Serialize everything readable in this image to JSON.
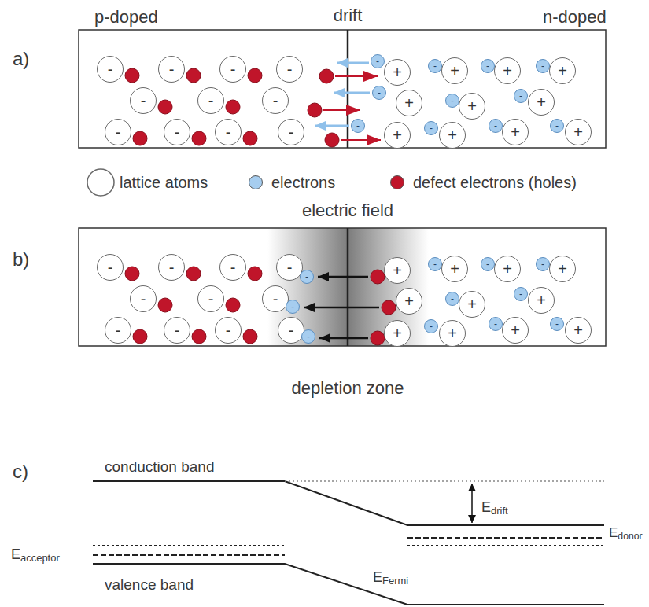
{
  "diagram": {
    "nodes": [
      {
        "text": [
          "-"
        ]
      },
      {
        "text": [
          "-"
        ]
      },
      {
        "text": [
          "-"
        ]
      },
      {
        "text": [
          "-"
        ]
      },
      {
        "text": [
          "-"
        ]
      },
      {
        "text": [
          "+"
        ]
      },
      {
        "text": [
          "-"
        ]
      },
      {
        "text": [
          "+"
        ]
      },
      {
        "text": [
          "-"
        ]
      },
      {
        "text": [
          "+"
        ]
      },
      {
        "text": [
          "-"
        ]
      },
      {
        "text": [
          "+"
        ]
      },
      {
        "text": [
          "-"
        ]
      },
      {
        "text": [
          "-"
        ]
      },
      {
        "text": [
          "-"
        ]
      },
      {
        "text": [
          "-"
        ]
      },
      {
        "text": [
          "+"
        ]
      },
      {
        "text": [
          "-"
        ]
      },
      {
        "text": [
          "+"
        ]
      },
      {
        "text": [
          "-"
        ]
      },
      {
        "text": [
          "+"
        ]
      },
      {
        "text": [
          "-"
        ]
      },
      {
        "text": [
          "-"
        ]
      },
      {
        "text": [
          "-"
        ]
      },
      {
        "text": [
          "-"
        ]
      },
      {
        "text": [
          "-"
        ]
      },
      {
        "text": [
          "+"
        ]
      },
      {
        "text": [
          "-"
        ]
      },
      {
        "text": [
          "+"
        ]
      },
      {
        "text": [
          "-"
        ]
      },
      {
        "text": [
          "+"
        ]
      },
      {
        "text": [
          "-"
        ]
      },
      {
        "text": [
          "+"
        ]
      },
      {
        "text": [
          "-"
        ]
      },
      {
        "text": [
          "-"
        ]
      },
      {
        "text": [
          "-"
        ]
      },
      {
        "text": [
          "-"
        ]
      },
      {
        "text": [
          "-"
        ]
      },
      {
        "text": [
          "+"
        ]
      },
      {
        "text": [
          "-"
        ]
      },
      {
        "text": [
          "+"
        ]
      },
      {
        "text": [
          "-"
        ]
      },
      {
        "text": [
          "+"
        ]
      },
      {
        "text": [
          "-"
        ]
      },
      {
        "text": [
          "+"
        ]
      },
      {
        "text": [
          "-"
        ]
      },
      {
        "text": [
          "-"
        ]
      },
      {
        "text": [
          "-"
        ]
      },
      {
        "text": [
          "-"
        ]
      },
      {
        "text": [
          "+"
        ]
      },
      {
        "text": [
          "-"
        ]
      },
      {
        "text": [
          "+"
        ]
      },
      {
        "text": [
          "-"
        ]
      },
      {
        "text": [
          "+"
        ]
      },
      {
        "text": [
          "-"
        ]
      },
      {
        "text": [
          "-"
        ]
      },
      {
        "text": [
          "-"
        ]
      },
      {
        "text": [
          "-"
        ]
      },
      {
        "text": [
          "-"
        ]
      },
      {
        "text": [
          "+"
        ]
      },
      {
        "text": [
          "-"
        ]
      },
      {
        "text": [
          "+"
        ]
      },
      {
        "text": [
          "-"
        ]
      },
      {
        "text": [
          "+"
        ]
      },
      {
        "text": [
          "-"
        ]
      },
      {
        "text": [
          "+"
        ]
      }
    ],
    "labels": [
      "a)",
      "p-doped",
      "drift",
      "n-doped",
      "b)",
      "electric field",
      "depletion zone",
      "c)",
      "conduction band",
      "Edrift",
      "Edonor",
      "Eacceptor",
      "EFermi",
      "valence band"
    ],
    "legend": [
      {
        "text": "lattice atoms"
      },
      {
        "text": "electrons",
        "color": "#a6cdef"
      },
      {
        "text": "defect electrons (holes)",
        "color": "#c0152a"
      }
    ]
  }
}
